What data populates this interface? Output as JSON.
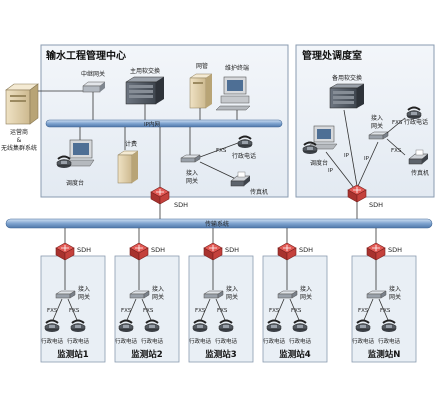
{
  "panels": {
    "center_title": "输水工程管理中心",
    "dispatch_title": "管理处调度室"
  },
  "center": {
    "relay_gateway": "中继网关",
    "main_softswitch": "主用软交换",
    "nms": "网管",
    "maint_terminal": "维护终端",
    "operator_system_line1": "运营商",
    "operator_system_line2": "&",
    "operator_system_line3": "无线集群系统",
    "ip_network": "IP内网",
    "console": "调度台",
    "billing": "计费",
    "access_gateway_line1": "接入",
    "access_gateway_line2": "网关",
    "fxs": "FXS",
    "admin_phone": "行政电话",
    "fax": "传真机",
    "sdh": "SDH"
  },
  "dispatch": {
    "backup_softswitch": "备用软交换",
    "access_gateway_line1": "接入",
    "access_gateway_line2": "网关",
    "fxs": "FXS",
    "admin_phone": "行政电话",
    "console": "调度台",
    "ip": "IP",
    "fax": "传真机",
    "sdh": "SDH"
  },
  "transport": {
    "label": "传输系统"
  },
  "stations": [
    {
      "name": "监测站1",
      "sdh": "SDH",
      "gw1": "接入",
      "gw2": "网关",
      "fxs": "FXS",
      "phone": "行政电话"
    },
    {
      "name": "监测站2",
      "sdh": "SDH",
      "gw1": "接入",
      "gw2": "网关",
      "fxs": "FXS",
      "phone": "行政电话"
    },
    {
      "name": "监测站3",
      "sdh": "SDH",
      "gw1": "接入",
      "gw2": "网关",
      "fxs": "FXS",
      "phone": "行政电话"
    },
    {
      "name": "监测站4",
      "sdh": "SDH",
      "gw1": "接入",
      "gw2": "网关",
      "fxs": "FXS",
      "phone": "行政电话"
    },
    {
      "name": "监测站N",
      "sdh": "SDH",
      "gw1": "接入",
      "gw2": "网关",
      "fxs": "FXS",
      "phone": "行政电话"
    }
  ],
  "colors": {
    "panel_fill": "#e9eff5",
    "panel_stroke": "#8a9bb0",
    "bus_blue": "#6f93c3",
    "router_red": "#c0413d",
    "device_gray": "#b7bcc4"
  }
}
